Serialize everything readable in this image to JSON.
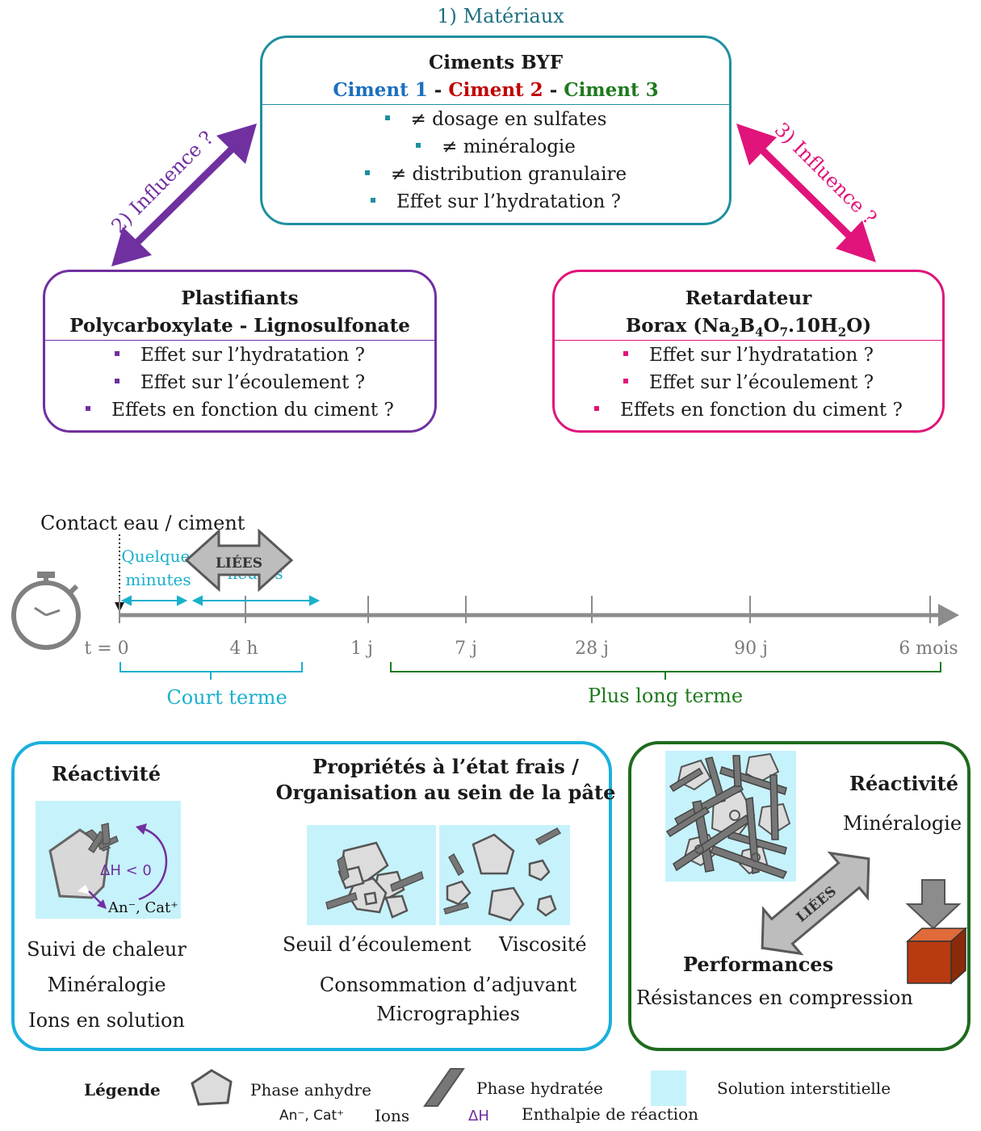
{
  "section1": {
    "title": "1) Matériaux",
    "box_title": "Ciments BYF",
    "cements": [
      {
        "label": "Ciment 1",
        "color": "#1a6fbf"
      },
      {
        "label": "Ciment 2",
        "color": "#c00000"
      },
      {
        "label": "Ciment 3",
        "color": "#1e7a1e"
      }
    ],
    "sep": "-",
    "bullets": [
      "≠ dosage en sulfates",
      "≠ minéralogie",
      "≠ distribution granulaire",
      "Effet sur l’hydratation ?"
    ],
    "color": "#1f8fa0"
  },
  "influence2": {
    "label": "2) Influence ?",
    "color": "#7030a0"
  },
  "influence3": {
    "label": "3) Influence ?",
    "color": "#e0147a"
  },
  "plastifiants": {
    "title": "Plastifiants",
    "subtitle": "Polycarboxylate - Lignosulfonate",
    "bullets": [
      "Effet sur l’hydratation ?",
      "Effet sur l’écoulement ?",
      "Effets en fonction du ciment ?"
    ],
    "color": "#7030a0"
  },
  "retardateur": {
    "title": "Retardateur",
    "subtitle_prefix": "Borax (Na",
    "formula_parts": [
      "2",
      "B",
      "4",
      "O",
      "7",
      ".10H",
      "2",
      "O)"
    ],
    "bullets": [
      "Effet sur l’hydratation ?",
      "Effet sur l’écoulement ?",
      "Effets en fonction du ciment ?"
    ],
    "color": "#e0147a"
  },
  "timeline": {
    "contact": "Contact eau / ciment",
    "short_labels": [
      "Quelques",
      "minutes",
      "heures"
    ],
    "ticks": [
      "t = 0",
      "4 h",
      "1 j",
      "7 j",
      "28 j",
      "90 j",
      "6 mois"
    ],
    "court": "Court terme",
    "long": "Plus long terme",
    "cyan": "#1ab0cc",
    "green": "#1e7a1e"
  },
  "short_panel": {
    "reactivite": "Réactivité",
    "dh": "ΔH < 0",
    "ions": "An⁻, Cat⁺",
    "liees": "LIÉES",
    "props_title": [
      "Propriétés à l’état frais /",
      "Organisation au sein de la pâte"
    ],
    "left_list": [
      "Suivi de chaleur",
      "Minéralogie",
      "Ions en solution"
    ],
    "seuil": "Seuil d’écoulement",
    "viscosite": "Viscosité",
    "conso": "Consommation d’adjuvant",
    "micro": "Micrographies",
    "color": "#1ab0dd"
  },
  "long_panel": {
    "reactivite": "Réactivité",
    "mineralogie": "Minéralogie",
    "liees": "LIÉES",
    "performances": "Performances",
    "resistances": "Résistances en compression",
    "color": "#1e6b1e"
  },
  "legend": {
    "title": "Légende",
    "anhydre": "Phase anhydre",
    "hydratee": "Phase hydratée",
    "solution": "Solution interstitielle",
    "ions_symbol": "An⁻, Cat⁺",
    "ions": "Ions",
    "dh_symbol": "ΔH",
    "enthalpie": "Enthalpie de réaction"
  }
}
